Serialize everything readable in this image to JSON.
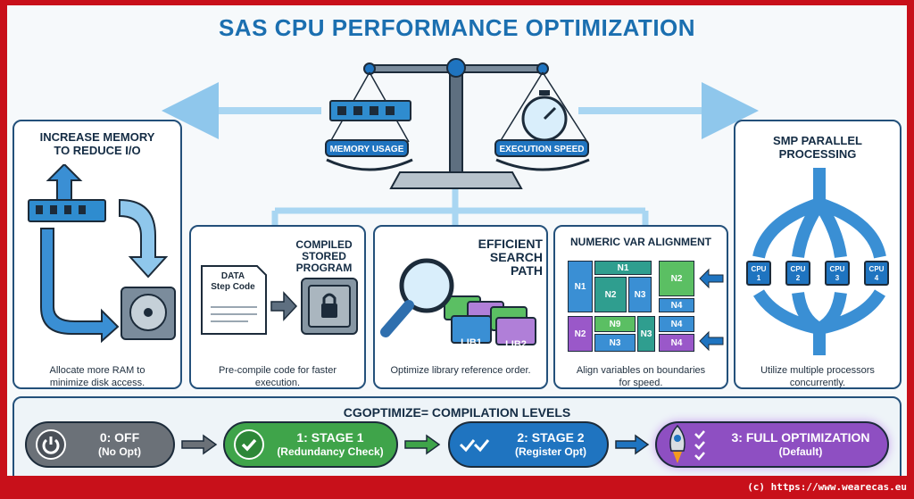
{
  "title": "SAS CPU PERFORMANCE OPTIMIZATION",
  "balance": {
    "left_label": "MEMORY USAGE",
    "right_label": "EXECUTION SPEED"
  },
  "memory_panel": {
    "title_line1": "INCREASE MEMORY",
    "title_line2": "TO REDUCE I/O",
    "desc_line1": "Allocate more RAM to",
    "desc_line2": "minimize disk access."
  },
  "compiled_panel": {
    "title_line1": "COMPILED",
    "title_line2": "STORED",
    "title_line3": "PROGRAM",
    "doc_line1": "DATA",
    "doc_line2": "Step Code",
    "desc_line1": "Pre-compile code for faster",
    "desc_line2": "execution."
  },
  "search_panel": {
    "title_line1": "EFFICIENT",
    "title_line2": "SEARCH",
    "title_line3": "PATH",
    "lib1": "LIB1",
    "lib2": "LIB2",
    "desc": "Optimize library reference order."
  },
  "numeric_panel": {
    "title": "NUMERIC VAR ALIGNMENT",
    "cells": {
      "n1_top": "N1",
      "n1_left": "N1",
      "n2_right": "N2",
      "n2_mid": "N2",
      "n3_mid": "N3",
      "n4_a": "N4",
      "n2_bot": "N2",
      "n9": "N9",
      "n3_bot": "N3",
      "n3_small": "N3",
      "n4_b": "N4",
      "n4_c": "N4"
    },
    "desc_line1": "Align variables on boundaries",
    "desc_line2": "for speed."
  },
  "smp_panel": {
    "title_line1": "SMP PARALLEL",
    "title_line2": "PROCESSING",
    "cpus": [
      {
        "l1": "CPU",
        "l2": "1"
      },
      {
        "l1": "CPU",
        "l2": "2"
      },
      {
        "l1": "CPU",
        "l2": "3"
      },
      {
        "l1": "CPU",
        "l2": "4"
      }
    ],
    "desc_line1": "Utilize multiple processors",
    "desc_line2": "concurrently."
  },
  "levels": {
    "title": "CGOPTIMIZE= COMPILATION LEVELS",
    "stages": [
      {
        "name": "0: OFF",
        "sub": "(No Opt)",
        "color": "#6b7178"
      },
      {
        "name": "1: STAGE 1",
        "sub": "(Redundancy Check)",
        "color": "#3fa44a"
      },
      {
        "name": "2: STAGE 2",
        "sub": "(Register Opt)",
        "color": "#1f74c0"
      },
      {
        "name": "3: FULL OPTIMIZATION",
        "sub": "(Default)",
        "color": "#8e4fc2"
      }
    ]
  },
  "watermark": "(c) https://www.wearecas.eu"
}
